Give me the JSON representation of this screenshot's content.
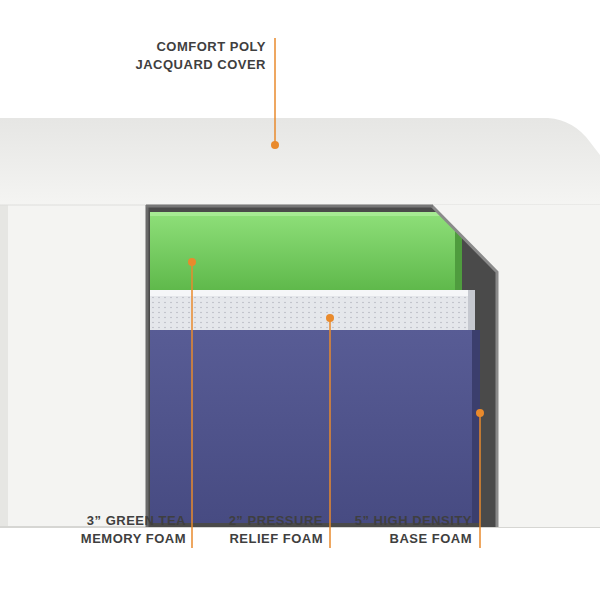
{
  "diagram": {
    "labels": [
      "COMFORT POLY JACQUARD COVER",
      "3” GREEN TEA MEMORY FOAM",
      "2” PRESSURE RELIEF FOAM",
      "5” HIGH DENSITY BASE FOAM"
    ]
  }
}
